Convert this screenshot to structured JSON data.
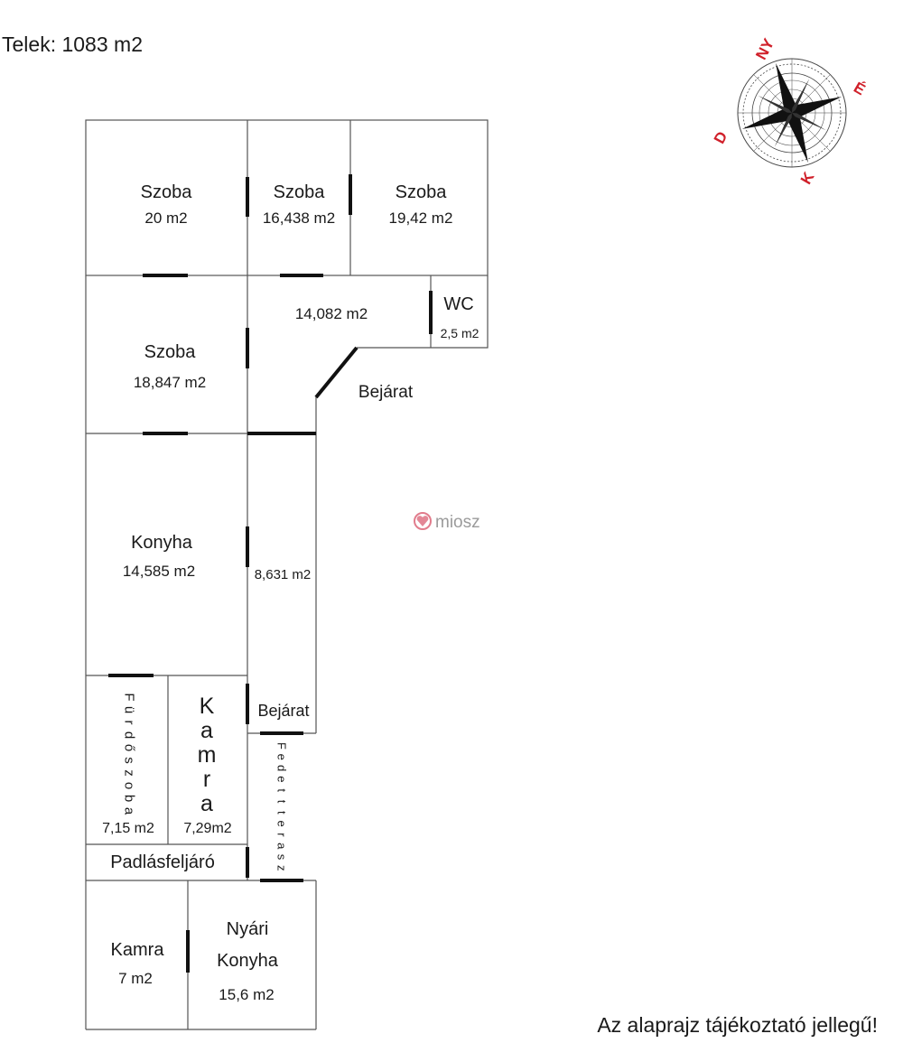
{
  "page": {
    "plot_area_text": "Telek: 1083 m2",
    "disclaimer": "Az alaprajz tájékoztató jellegű!",
    "watermark": "miosz"
  },
  "compass": {
    "north": "NY",
    "east": "É",
    "south": "K",
    "west": "D"
  },
  "rooms": {
    "szoba1": {
      "name": "Szoba",
      "area": "20 m2"
    },
    "szoba2": {
      "name": "Szoba",
      "area": "16,438 m2"
    },
    "szoba3": {
      "name": "Szoba",
      "area": "19,42 m2"
    },
    "hall": {
      "area": "14,082 m2"
    },
    "wc": {
      "name": "WC",
      "area": "2,5 m2"
    },
    "szoba4": {
      "name": "Szoba",
      "area": "18,847 m2"
    },
    "entrance1": {
      "name": "Bejárat"
    },
    "konyha": {
      "name": "Konyha",
      "area": "14,585 m2"
    },
    "corridor": {
      "area": "8,631 m2"
    },
    "entrance2": {
      "name": "Bejárat"
    },
    "furdoszoba": {
      "name": "Fürdőszoba",
      "area": "7,15 m2"
    },
    "kamra1": {
      "name": "Kamra",
      "area": "7,29m2"
    },
    "fedett": {
      "name": "Fedettterasz"
    },
    "padlas": {
      "name": "Padlásfeljáró"
    },
    "kamra2": {
      "name": "Kamra",
      "area": "7 m2"
    },
    "nyari": {
      "name1": "Nyári",
      "name2": "Konyha",
      "area": "15,6 m2"
    }
  },
  "colors": {
    "wall": "#555555",
    "door": "#111111",
    "compass_letters": "#d0202a",
    "watermark": "#c8102e"
  }
}
